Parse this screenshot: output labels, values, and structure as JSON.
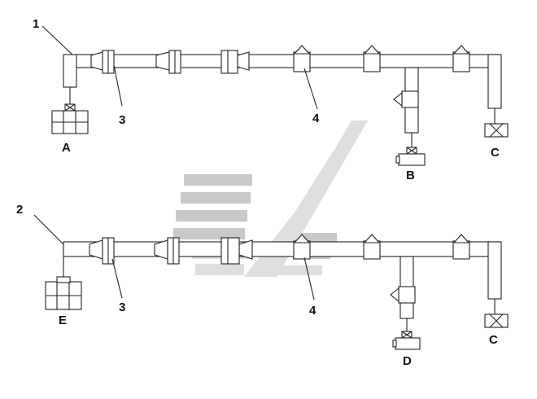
{
  "diagram": {
    "callouts": {
      "harness_1": "1",
      "harness_2": "2",
      "grommet_top": "3",
      "grommet_bottom": "3",
      "clip_top": "4",
      "clip_bottom": "4"
    },
    "connectors": {
      "a": "A",
      "b": "B",
      "c_top": "C",
      "c_bottom": "C",
      "d": "D",
      "e": "E"
    }
  }
}
